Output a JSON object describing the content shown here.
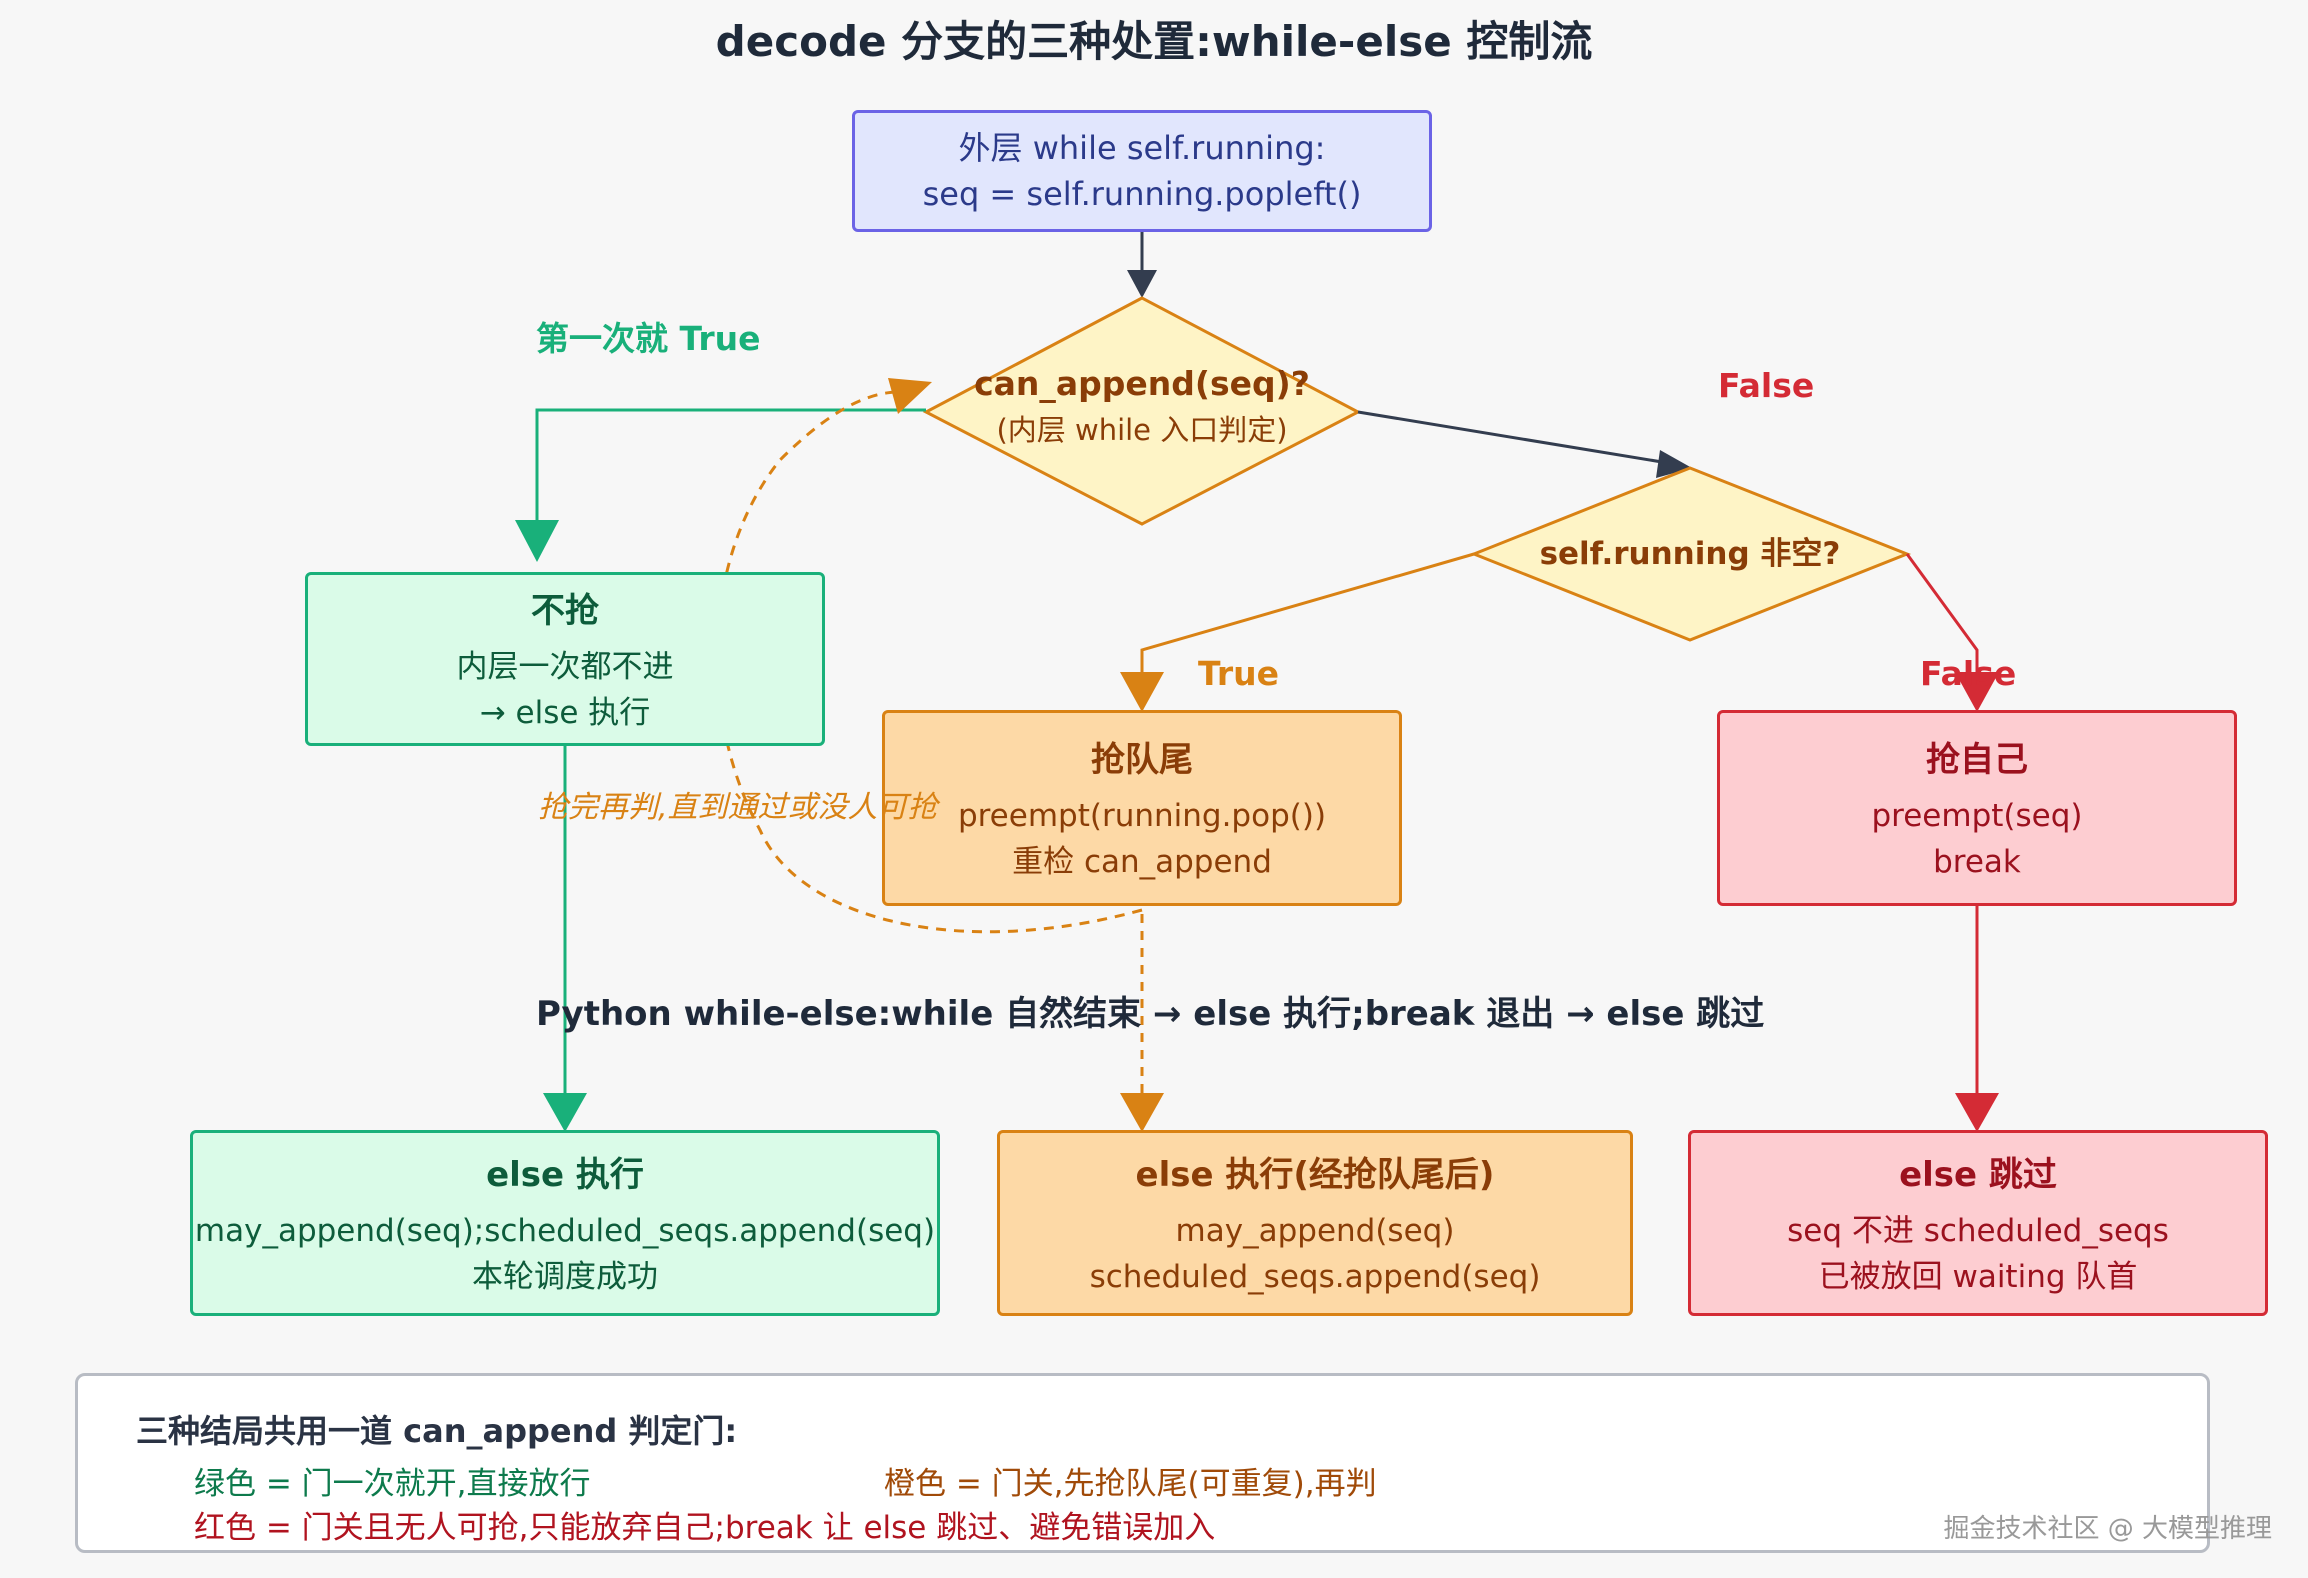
{
  "title": "decode 分支的三种处置:while-else 控制流",
  "outer_box": {
    "line1": "外层 while self.running:",
    "line2": "seq = self.running.popleft()"
  },
  "diamond1": {
    "line1": "can_append(seq)?",
    "line2": "(内层 while 入口判定)"
  },
  "diamond2": {
    "line1": "self.running 非空?"
  },
  "labels": {
    "first_true": "第一次就 True",
    "false1": "False",
    "true2": "True",
    "false2": "False",
    "retry": "抢完再判,直到通过或没人可抢",
    "rule": "Python while-else:while 自然结束 → else 执行;break 退出 → else 跳过"
  },
  "no_preempt": {
    "title": "不抢",
    "line1": "内层一次都不进",
    "line2": "→ else 执行"
  },
  "preempt_tail": {
    "title": "抢队尾",
    "line1": "preempt(running.pop())",
    "line2": "重检 can_append"
  },
  "preempt_self": {
    "title": "抢自己",
    "line1": "preempt(seq)",
    "line2": "break"
  },
  "else_green": {
    "title": "else 执行",
    "line1": "may_append(seq);scheduled_seqs.append(seq)",
    "line2": "本轮调度成功"
  },
  "else_orange": {
    "title": "else 执行(经抢队尾后)",
    "line1": "may_append(seq)",
    "line2": "scheduled_seqs.append(seq)"
  },
  "else_red": {
    "title": "else 跳过",
    "line1": "seq 不进 scheduled_seqs",
    "line2": "已被放回 waiting 队首"
  },
  "legend": {
    "title": "三种结局共用一道 can_append 判定门:",
    "green": "绿色 = 门一次就开,直接放行",
    "orange": "橙色 = 门关,先抢队尾(可重复),再判",
    "red": "红色 = 门关且无人可抢,只能放弃自己;break 让 else 跳过、避免错误加入"
  },
  "watermark": "掘金技术社区 @ 大模型推理",
  "colors": {
    "green": "#19b07a",
    "orange": "#d98214",
    "red": "#d42b35",
    "blue": "#6b63e6",
    "dark": "#333d4f"
  }
}
